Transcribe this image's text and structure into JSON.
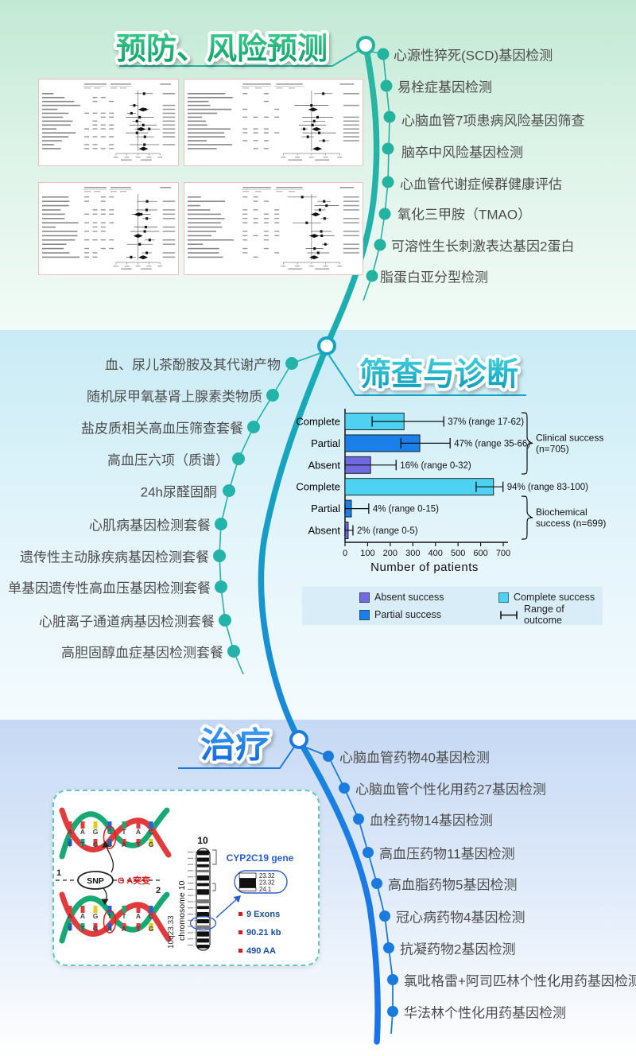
{
  "palette": {
    "prevention": "#23b39f",
    "screening": "#15a4c4",
    "treatment": "#1b7ade",
    "curve_top": "#2cb79f",
    "curve_bottom": "#1a72ec"
  },
  "sections": {
    "prevention": {
      "title": "预防、风险预测",
      "items": [
        "心源性猝死(SCD)基因检测",
        "易栓症基因检测",
        "心脑血管7项患病风险基因筛查",
        "脑卒中风险基因检测",
        "心血管代谢症候群健康评估",
        "氧化三甲胺（TMAO）",
        "可溶性生长刺激表达基因2蛋白",
        "脂蛋白亚分型检测"
      ]
    },
    "screening": {
      "title": "筛查与诊断",
      "items": [
        "血、尿儿茶酚胺及其代谢产物",
        "随机尿甲氧基肾上腺素类物质",
        "盐皮质相关高血压筛查套餐",
        "高血压六项（质谱）",
        "24h尿醛固酮",
        "心肌病基因检测套餐",
        "遗传性主动脉疾病基因检测套餐",
        "单基因遗传性高血压基因检测套餐",
        "心脏离子通道病基因检测套餐",
        "高胆固醇血症基因检测套餐"
      ]
    },
    "treatment": {
      "title": "治疗",
      "items": [
        "心脑血管药物40基因检测",
        "心脑血管个性化用药27基因检测",
        "血栓药物14基因检测",
        "高血压药物11基因检测",
        "高血脂药物5基因检测",
        "冠心病药物4基因检测",
        "抗凝药物2基因检测",
        "氯吡格雷+阿司匹林个性化用药基因检测",
        "华法林个性化用药基因检测"
      ]
    }
  },
  "chart_data": {
    "type": "bar",
    "orientation": "horizontal",
    "xlabel": "Number of patients",
    "xlim": [
      0,
      700
    ],
    "x_ticks": [
      0,
      100,
      200,
      300,
      400,
      500,
      600,
      700
    ],
    "grid": false,
    "bars": [
      {
        "label": "Complete",
        "value": 261,
        "range_low": 120,
        "range_high": 437,
        "annotation": "37% (range 17-62)",
        "color_key": "complete"
      },
      {
        "label": "Partial",
        "value": 331,
        "range_low": 247,
        "range_high": 465,
        "annotation": "47% (range 35-66)",
        "color_key": "partial"
      },
      {
        "label": "Absent",
        "value": 113,
        "range_low": 0,
        "range_high": 226,
        "annotation": "16% (range 0-32)",
        "color_key": "absent"
      },
      {
        "label": "Complete",
        "value": 657,
        "range_low": 580,
        "range_high": 699,
        "annotation": "94% (range 83-100)",
        "color_key": "complete"
      },
      {
        "label": "Partial",
        "value": 28,
        "range_low": 0,
        "range_high": 105,
        "annotation": "4% (range 0-15)",
        "color_key": "partial"
      },
      {
        "label": "Absent",
        "value": 14,
        "range_low": 0,
        "range_high": 35,
        "annotation": "2% (range 0-5)",
        "color_key": "absent"
      }
    ],
    "groups": [
      {
        "line1": "Clinical success",
        "line2": "(n=705)",
        "from": 0,
        "to": 2
      },
      {
        "line1": "Biochemical",
        "line2": "success (n=699)",
        "from": 3,
        "to": 5
      }
    ],
    "legend": [
      {
        "label": "Absent success",
        "color_key": "absent"
      },
      {
        "label": "Complete success",
        "color_key": "complete"
      },
      {
        "label": "Partial success",
        "color_key": "partial"
      },
      {
        "label": "Range of outcome",
        "color_key": "range"
      }
    ],
    "colors": {
      "complete": "#4ed2f2",
      "partial": "#1a7fe8",
      "absent": "#6f6ae0"
    }
  },
  "dna_figure": {
    "marker_1": "1",
    "marker_2": "2",
    "snp_label": "SNP",
    "mutation_label": "G A突变",
    "locus_label": "10q23.33",
    "chromosome_number": "10",
    "chromosome_label": "chromosome 10",
    "gene_label": "CYP2C19 gene",
    "gene_bands": [
      "23.32",
      "23.32",
      "24.1"
    ],
    "gene_facts": [
      "9 Exons",
      "90.21 kb",
      "490 AA"
    ]
  }
}
